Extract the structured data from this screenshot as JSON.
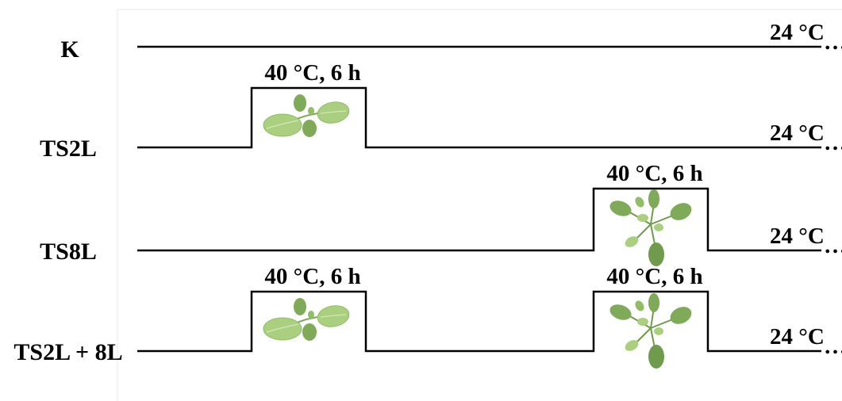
{
  "rows": [
    {
      "label": "K",
      "end_temp": "24 °C",
      "pulses": []
    },
    {
      "label": "TS2L",
      "end_temp": "24 °C",
      "pulses": [
        {
          "label": "40 °C, 6 h",
          "plant": "young-seedling"
        }
      ]
    },
    {
      "label": "TS8L",
      "end_temp": "24 °C",
      "pulses": [
        {
          "label": "40 °C, 6 h",
          "plant": "rosette"
        }
      ]
    },
    {
      "label": "TS2L + 8L",
      "end_temp": "24 °C",
      "pulses": [
        {
          "label": "40 °C, 6 h",
          "plant": "young-seedling"
        },
        {
          "label": "40 °C, 6 h",
          "plant": "rosette"
        }
      ]
    }
  ],
  "colors": {
    "line": "#000000",
    "leaf_light": "#a9cf7f",
    "leaf_mid": "#8fbe66",
    "leaf_dark": "#6f9b4c",
    "frame_border": "#e6e6e6"
  }
}
